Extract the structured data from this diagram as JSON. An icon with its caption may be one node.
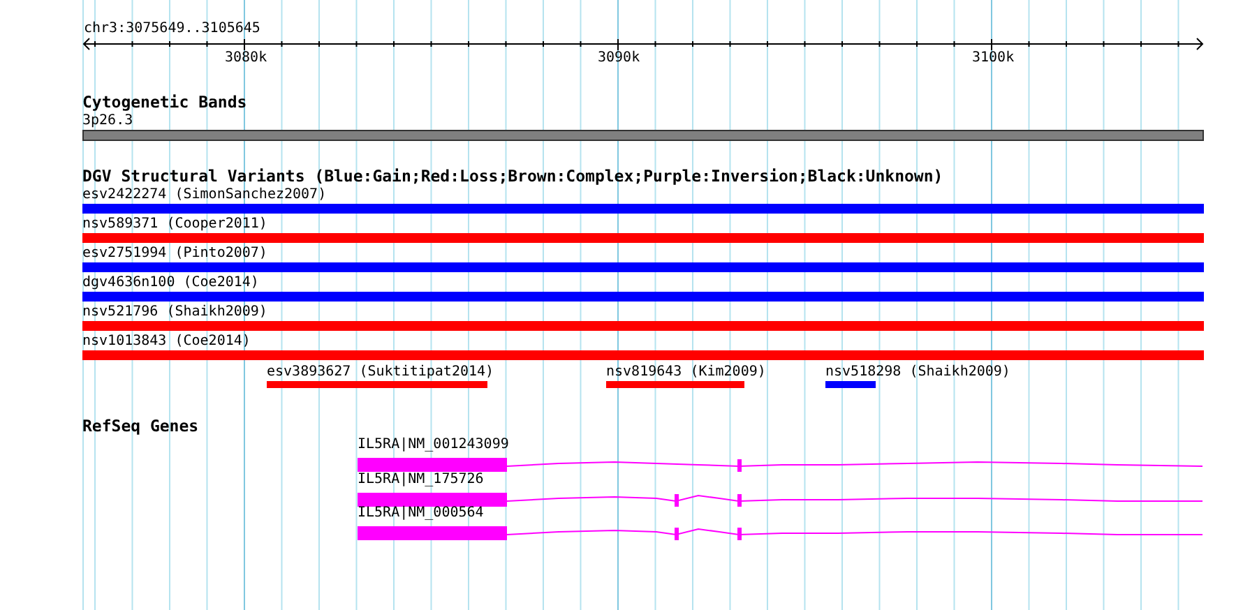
{
  "diagram": {
    "nodes": [
      {
        "text": [
          "3p26.3"
        ]
      },
      {
        "text": [
          "esv2422274 (SimonSanchez2007)"
        ]
      },
      {
        "text": [
          "nsv589371 (Cooper2011)"
        ]
      },
      {
        "text": [
          "esv2751994 (Pinto2007)"
        ]
      },
      {
        "text": [
          "dgv4636n100 (Coe2014)"
        ]
      },
      {
        "text": [
          "nsv521796 (Shaikh2009)"
        ]
      },
      {
        "text": [
          "nsv1013843 (Coe2014)"
        ]
      },
      {
        "text": [
          "esv3893627 (Suktitipat2014)"
        ]
      },
      {
        "text": [
          "nsv819643 (Kim2009)"
        ]
      },
      {
        "text": [
          "nsv518298 (Shaikh2009)"
        ]
      },
      {
        "text": [
          "IL5RA|NM_001243099"
        ]
      },
      {
        "text": [
          "IL5RA|NM_175726"
        ]
      },
      {
        "text": [
          "IL5RA|NM_000564"
        ]
      }
    ],
    "edges": [],
    "labels": [
      "chr3:3075649..3105645",
      "3080k",
      "3090k",
      "3100k",
      "Cytogenetic Bands",
      "DGV Structural Variants (Blue:Gain;Red:Loss;Brown:Complex;Purple:Inversion;Black:Unknown)",
      "RefSeq Genes"
    ]
  }
}
